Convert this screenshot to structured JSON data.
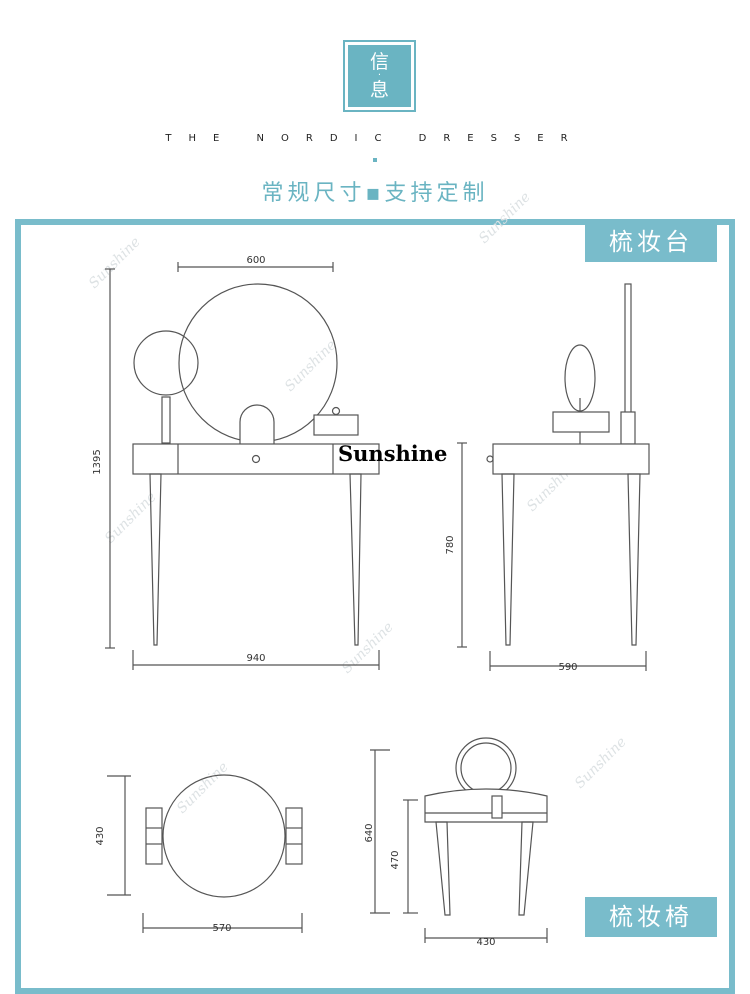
{
  "header": {
    "badge_char_1": "信",
    "badge_char_2": "息",
    "subtitle_en": "THE NORDIC DRESSER",
    "subtitle_cn": "常规尺寸▪支持定制"
  },
  "labels": {
    "dresser": "梳妆台",
    "chair": "梳妆椅"
  },
  "brand": "Sunshine",
  "watermark": "Sunshine",
  "dimensions": {
    "dresser_mirror_width": "600",
    "dresser_total_height": "1395",
    "dresser_width": "940",
    "dresser_table_height": "780",
    "dresser_depth": "590",
    "chair_depth": "430",
    "chair_width": "570",
    "chair_total_height": "640",
    "chair_seat_height": "470",
    "chair_side_depth": "430"
  },
  "colors": {
    "accent": "#79bccb",
    "line": "#555555"
  }
}
